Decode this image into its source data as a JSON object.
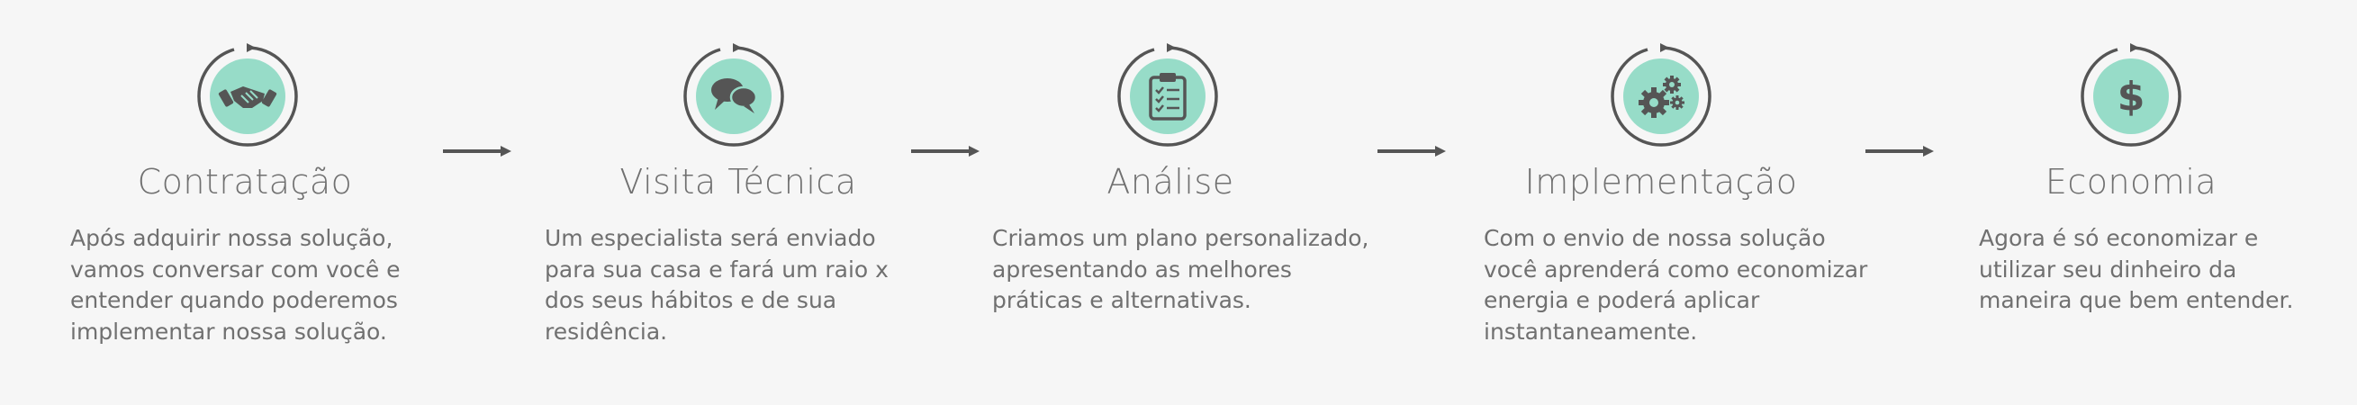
{
  "colors": {
    "background": "#f6f6f6",
    "accent_circle": "#97dcc8",
    "icon_dark": "#555555",
    "text": "#707070"
  },
  "steps": [
    {
      "icon": "handshake-icon",
      "title": "Contratação",
      "lines": [
        "Após adquirir nossa solução,",
        "vamos conversar com você e",
        "entender quando poderemos",
        "implementar nossa solução."
      ]
    },
    {
      "icon": "chat-bubbles-icon",
      "title": "Visita Técnica",
      "lines": [
        "Um especialista será enviado",
        "para sua casa e fará um raio x",
        "dos seus hábitos e de sua",
        "residência."
      ]
    },
    {
      "icon": "clipboard-checklist-icon",
      "title": "Análise",
      "lines": [
        "Criamos um plano personalizado,",
        "apresentando as melhores",
        "práticas e alternativas."
      ]
    },
    {
      "icon": "gears-icon",
      "title": "Implementação",
      "lines": [
        "Com o envio de nossa solução",
        "você aprenderá como economizar",
        "energia e poderá aplicar",
        "instantaneamente."
      ]
    },
    {
      "icon": "dollar-sign-icon",
      "title": "Economia",
      "lines": [
        "Agora é só economizar e",
        "utilizar seu dinheiro da",
        "maneira que bem entender."
      ]
    }
  ]
}
